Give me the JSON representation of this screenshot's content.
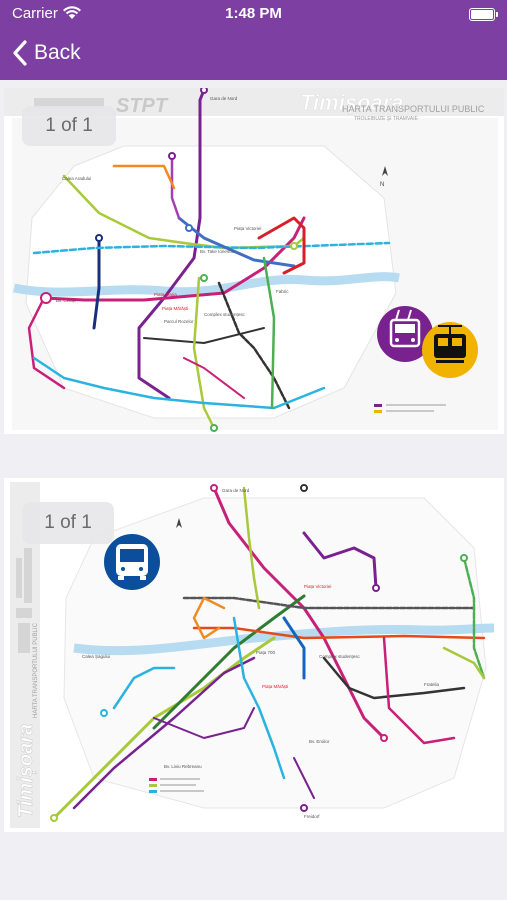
{
  "status_bar": {
    "carrier": "Carrier",
    "time": "1:48 PM"
  },
  "nav": {
    "back_label": "Back"
  },
  "maps": [
    {
      "brand": "STPT",
      "city_title": "Timișoara",
      "subtitle": "HARTA TRANSPORTULUI PUBLIC",
      "subtitle_small": "TROLEIBUZE ȘI TRAMVAIE",
      "page_indicator": "1 of 1",
      "stops": [
        "Gara de Nord",
        "Piața Victoriei",
        "Bv. Cetății",
        "Piața Maria",
        "Calea Aradului",
        "Parcul Rozelor",
        "Bv. Take Ionescu",
        "Piața Mărăști",
        "Complex studențesc",
        "Fabric"
      ],
      "icons": [
        "trolleybus-icon",
        "tram-icon"
      ],
      "colors": {
        "trolleybus": "#7a2190",
        "tram": "#f0b400"
      }
    },
    {
      "city_title": "Timișoara",
      "subtitle": "HARTA TRANSPORTULUI PUBLIC",
      "page_indicator": "1 of 1",
      "stops": [
        "Gara de Nord",
        "Piața Victoriei",
        "Calea Șagului",
        "Bv. Liviu Rebreanu",
        "Piața 700",
        "Piața Mărăști",
        "Bv. Eroilor",
        "Fratelia",
        "Complex studențesc",
        "Freidorf"
      ],
      "icons": [
        "bus-icon"
      ],
      "colors": {
        "bus": "#0b4f9c"
      }
    }
  ]
}
